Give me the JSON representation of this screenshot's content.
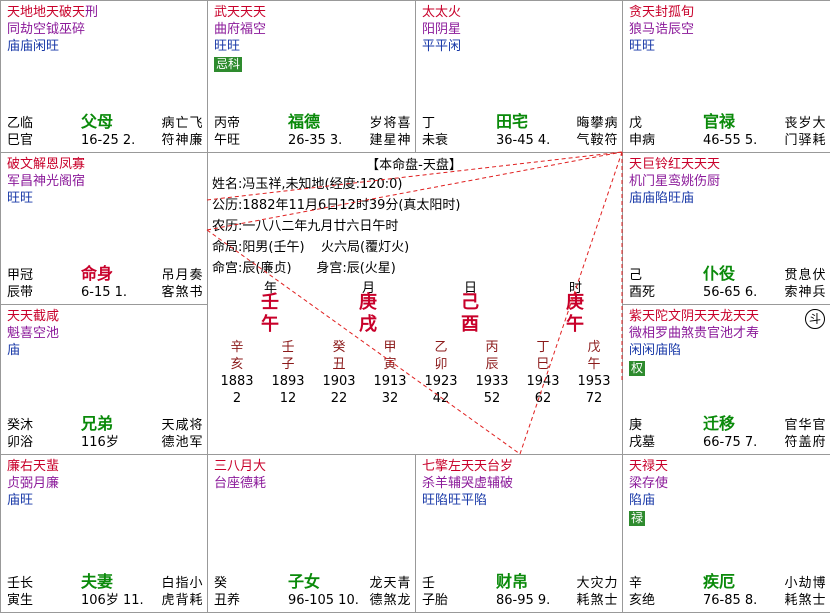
{
  "palaces": [
    {
      "id": "p-si",
      "stars": [
        [
          "天",
          "同",
          "庙"
        ],
        [
          "地",
          "劫",
          "庙"
        ],
        [
          "地",
          "空",
          "闲"
        ],
        [
          "天",
          "钺",
          "旺"
        ],
        [
          "破",
          "巫"
        ],
        [
          "天",
          "碎"
        ],
        [
          "",
          "刑"
        ]
      ],
      "star_colors": [
        "c-red",
        "c-purple",
        "c-blue"
      ],
      "badge": "",
      "stem_branch": [
        "乙",
        "巳"
      ],
      "changsheng": [
        "临",
        "官"
      ],
      "name": "父母",
      "age": "16-25 2.",
      "gods": [
        [
          "病",
          "符"
        ],
        [
          "亡",
          "神"
        ],
        [
          "飞",
          "廉"
        ]
      ]
    },
    {
      "id": "p-wu",
      "stars": [
        [
          "武",
          "曲",
          "旺"
        ],
        [
          "天",
          "府",
          "旺"
        ],
        [
          "天",
          "福"
        ],
        [
          "天",
          "空"
        ]
      ],
      "badge": "忌科",
      "stem_branch": [
        "丙",
        "午"
      ],
      "changsheng": [
        "帝",
        "旺"
      ],
      "name": "福德",
      "age": "26-35 3.",
      "gods": [
        [
          "岁",
          "建"
        ],
        [
          "将",
          "星"
        ],
        [
          "喜",
          "神"
        ]
      ]
    },
    {
      "id": "p-wei",
      "stars": [
        [
          "太",
          "阳",
          "平"
        ],
        [
          "太",
          "阴",
          "平"
        ],
        [
          "火",
          "星",
          "闲"
        ]
      ],
      "badge": "",
      "stem_branch": [
        "丁",
        "未"
      ],
      "changsheng": [
        "",
        "衰"
      ],
      "name": "田宅",
      "age": "36-45 4.",
      "gods": [
        [
          "晦",
          "气"
        ],
        [
          "攀",
          "鞍"
        ],
        [
          "病",
          "符"
        ]
      ]
    },
    {
      "id": "p-shen",
      "stars": [
        [
          "贪",
          "狼",
          "旺"
        ],
        [
          "天",
          "马",
          "旺"
        ],
        [
          "封",
          "诰"
        ],
        [
          "孤",
          "辰"
        ],
        [
          "旬",
          "空"
        ]
      ],
      "badge": "",
      "stem_branch": [
        "戊",
        "申"
      ],
      "changsheng": [
        "",
        "病"
      ],
      "name": "官禄",
      "age": "46-55 5.",
      "gods": [
        [
          "丧",
          "门"
        ],
        [
          "岁",
          "驿"
        ],
        [
          "大",
          "耗"
        ]
      ]
    },
    {
      "id": "p-chen",
      "stars": [
        [
          "破",
          "军",
          "旺"
        ],
        [
          "文",
          "昌",
          "旺"
        ],
        [
          "解",
          "神"
        ],
        [
          "恩",
          "光"
        ],
        [
          "凤",
          "阁"
        ],
        [
          "寡",
          "宿"
        ]
      ],
      "badge": "",
      "stem_branch": [
        "甲",
        "辰"
      ],
      "changsheng": [
        "冠",
        "带"
      ],
      "name": "命身",
      "age": "6-15 1.",
      "gods": [
        [
          "吊",
          "客"
        ],
        [
          "月",
          "煞"
        ],
        [
          "奏",
          "书"
        ]
      ]
    },
    {
      "id": "p-you",
      "stars": [
        [
          "天",
          "机",
          "庙"
        ],
        [
          "巨",
          "门",
          "庙"
        ],
        [
          "铃",
          "星",
          "陷"
        ],
        [
          "红",
          "鸾",
          "旺"
        ],
        [
          "天",
          "姚",
          "庙"
        ],
        [
          "天",
          "伤"
        ],
        [
          "天",
          "厨"
        ]
      ],
      "badge": "",
      "stem_branch": [
        "己",
        "酉"
      ],
      "changsheng": [
        "",
        "死"
      ],
      "name": "仆役",
      "age": "56-65 6.",
      "gods": [
        [
          "贯",
          "索"
        ],
        [
          "息",
          "神"
        ],
        [
          "伏",
          "兵"
        ]
      ]
    },
    {
      "id": "p-mao",
      "stars": [
        [
          "天",
          "魁",
          "庙"
        ],
        [
          "天",
          "喜"
        ],
        [
          "截",
          "空"
        ],
        [
          "咸",
          "池"
        ]
      ],
      "badge": "",
      "stem_branch": [
        "癸",
        "卯"
      ],
      "changsheng": [
        "沐",
        "浴"
      ],
      "name": "兄弟",
      "age": "116岁",
      "gods": [
        [
          "天",
          "德"
        ],
        [
          "咸",
          "池"
        ],
        [
          "将",
          "军"
        ]
      ]
    },
    {
      "id": "p-xu",
      "stars": [
        [
          "紫",
          "微",
          "闲"
        ],
        [
          "天",
          "相",
          "闲"
        ],
        [
          "陀",
          "罗",
          "庙"
        ],
        [
          "文",
          "曲",
          "陷"
        ],
        [
          "阴",
          "煞"
        ],
        [
          "天",
          "贵"
        ],
        [
          "天",
          "官"
        ],
        [
          "龙",
          "池"
        ],
        [
          "天",
          "才"
        ],
        [
          "天",
          "寿"
        ]
      ],
      "badge": "权",
      "stem_branch": [
        "庚",
        "戌"
      ],
      "changsheng": [
        "",
        "墓"
      ],
      "name": "迁移",
      "age": "66-75 7.",
      "gods": [
        [
          "官",
          "符"
        ],
        [
          "华",
          "盖"
        ],
        [
          "官",
          "府"
        ]
      ]
    },
    {
      "id": "p-yin",
      "stars": [
        [
          "廉",
          "贞",
          "庙"
        ],
        [
          "右",
          "弼",
          "旺"
        ],
        [
          "天",
          "月"
        ],
        [
          "蜚",
          "廉"
        ]
      ],
      "badge": "",
      "stem_branch": [
        "壬",
        "寅"
      ],
      "changsheng": [
        "长",
        "生"
      ],
      "name": "夫妻",
      "age": "106岁 11.",
      "gods": [
        [
          "白",
          "虎"
        ],
        [
          "指",
          "背"
        ],
        [
          "小",
          "耗"
        ]
      ]
    },
    {
      "id": "p-chou",
      "stars": [
        [
          "三",
          "台"
        ],
        [
          "八",
          "座"
        ],
        [
          "月",
          "德"
        ],
        [
          "大",
          "耗"
        ]
      ],
      "badge": "",
      "stem_branch": [
        "癸",
        "丑"
      ],
      "changsheng": [
        "",
        "养"
      ],
      "name": "子女",
      "age": "96-105 10.",
      "gods": [
        [
          "龙",
          "德"
        ],
        [
          "天",
          "煞"
        ],
        [
          "青",
          "龙"
        ]
      ]
    },
    {
      "id": "p-zi",
      "stars": [
        [
          "七",
          "杀",
          "旺"
        ],
        [
          "擎",
          "羊",
          "陷"
        ],
        [
          "左",
          "辅",
          "旺"
        ],
        [
          "天",
          "哭",
          "平"
        ],
        [
          "天",
          "虚",
          "陷"
        ],
        [
          "台",
          "辅"
        ],
        [
          "岁",
          "破"
        ]
      ],
      "badge": "",
      "stem_branch": [
        "壬",
        "子"
      ],
      "changsheng": [
        "",
        "胎"
      ],
      "name": "财帛",
      "age": "86-95 9.",
      "gods": [
        [
          "大",
          "耗"
        ],
        [
          "灾",
          "煞"
        ],
        [
          "力",
          "士"
        ]
      ]
    },
    {
      "id": "p-hai",
      "stars": [
        [
          "天",
          "梁",
          "陷"
        ],
        [
          "禄",
          "存",
          "庙"
        ],
        [
          "天",
          "使"
        ]
      ],
      "badge": "禄",
      "stem_branch": [
        "辛",
        "亥"
      ],
      "changsheng": [
        "",
        "绝"
      ],
      "name": "疾厄",
      "age": "76-85 8.",
      "gods": [
        [
          "小",
          "耗"
        ],
        [
          "劫",
          "煞"
        ],
        [
          "博",
          "士"
        ]
      ]
    }
  ],
  "center": {
    "title": "【本命盘-天盘】",
    "lines": [
      "姓名:冯玉祥,未知地(经度:120:0)",
      "公历:1882年11月6日12时39分(真太阳时)",
      "农历:一八八二年九月廿六日午时",
      "命局:阳男(壬午)    火六局(覆灯火)",
      "命宫:辰(廉贞)      身宫:辰(火星)"
    ],
    "pillar_labels": [
      "年",
      "月",
      "日",
      "时"
    ],
    "pillars": [
      [
        "壬",
        "午"
      ],
      [
        "庚",
        "戌"
      ],
      [
        "己",
        "酉"
      ],
      [
        "庚",
        "午"
      ]
    ],
    "dayun": [
      {
        "gz": [
          "辛",
          "亥"
        ],
        "year": "1883",
        "age": "2"
      },
      {
        "gz": [
          "壬",
          "子"
        ],
        "year": "1893",
        "age": "12"
      },
      {
        "gz": [
          "癸",
          "丑"
        ],
        "year": "1903",
        "age": "22"
      },
      {
        "gz": [
          "甲",
          "寅"
        ],
        "year": "1913",
        "age": "32"
      },
      {
        "gz": [
          "乙",
          "卯"
        ],
        "year": "1923",
        "age": "42"
      },
      {
        "gz": [
          "丙",
          "辰"
        ],
        "year": "1933",
        "age": "52"
      },
      {
        "gz": [
          "丁",
          "巳"
        ],
        "year": "1943",
        "age": "62"
      },
      {
        "gz": [
          "戊",
          "午"
        ],
        "year": "1953",
        "age": "72"
      }
    ]
  },
  "dou_symbol": "斗"
}
